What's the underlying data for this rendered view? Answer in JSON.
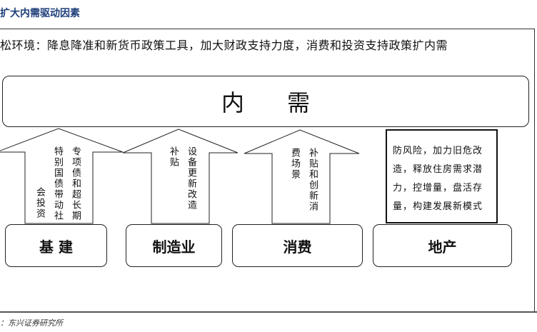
{
  "title": "扩大内需驱动因素",
  "policy": "松环境：降息降准和新货币政策工具，加大财政支持力度，消费和投资支持政策扩内需",
  "center_label": "内需",
  "arrows": [
    {
      "columns": [
        "专项债和超长期",
        "特别国债带动社",
        "会投资"
      ]
    },
    {
      "columns": [
        "设备更新改造",
        "补贴"
      ]
    },
    {
      "columns": [
        "补贴和创新消",
        "费场景"
      ]
    }
  ],
  "real_estate_text": "防风险，加力旧危改造，释放住房需求潜力，控增量，盘活存量，构建发展新模式",
  "sectors": [
    "基 建",
    "制造业",
    "消费",
    "地产"
  ],
  "source": "：东兴证券研究所"
}
